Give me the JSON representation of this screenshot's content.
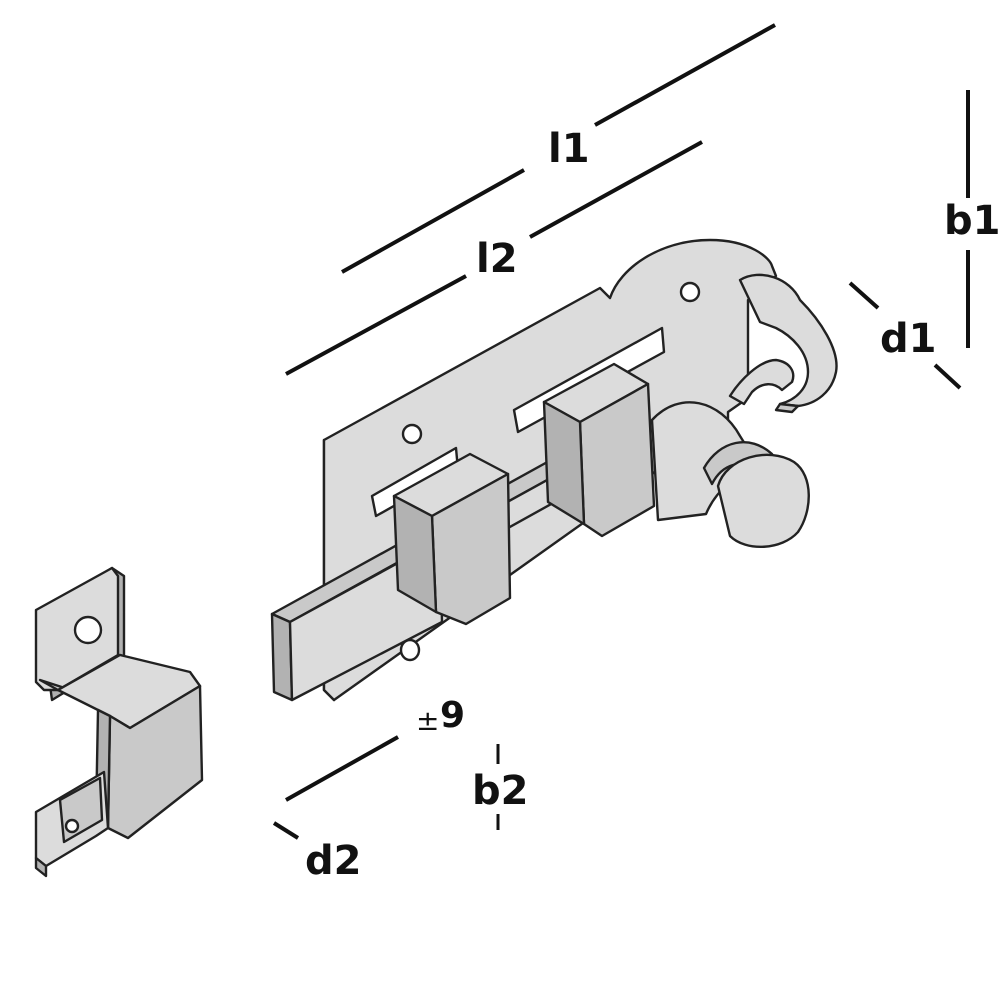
{
  "labels": {
    "l1": "l1",
    "l2": "l2",
    "b1": "b1",
    "d1": "d1",
    "tolerance_sign": "±",
    "tolerance_value": "9",
    "b2": "b2",
    "d2": "d2"
  },
  "colors": {
    "metal_light": "#dcdcdc",
    "metal_mid": "#c9c9c9",
    "metal_dark": "#b2b2b2",
    "outline": "#222222",
    "dimension": "#111111"
  }
}
